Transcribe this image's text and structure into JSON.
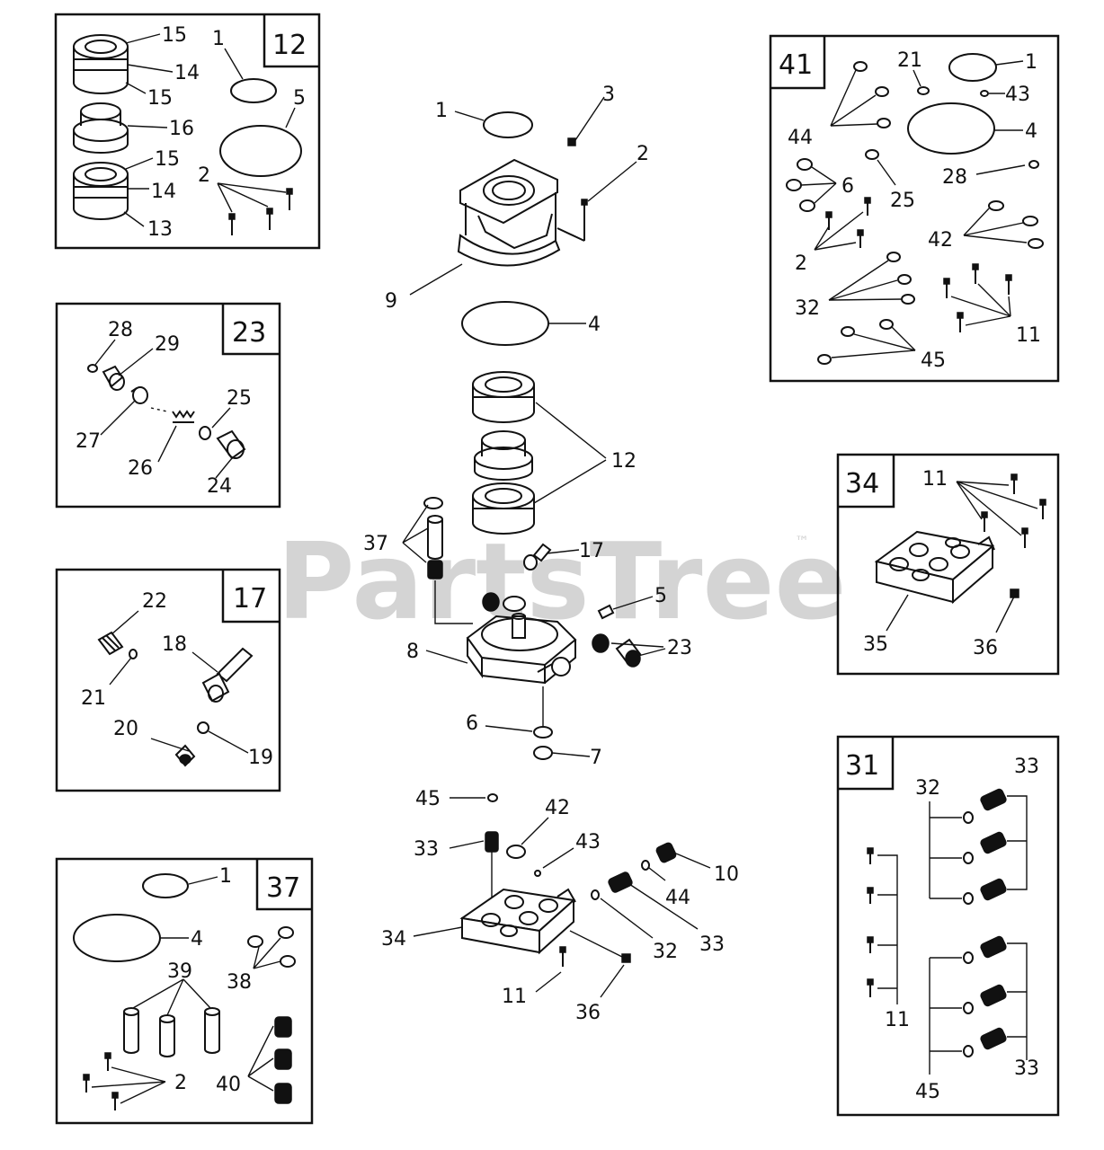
{
  "watermark": {
    "text": "PartsTree",
    "trademark": "™"
  },
  "boxes": {
    "b12": {
      "number": "12",
      "labels": {
        "l15a": "15",
        "l14a": "14",
        "l15b": "15",
        "l16": "16",
        "l15c": "15",
        "l14b": "14",
        "l13": "13",
        "l1": "1",
        "l5": "5",
        "l2": "2"
      }
    },
    "b23": {
      "number": "23",
      "labels": {
        "l28": "28",
        "l29": "29",
        "l25": "25",
        "l27": "27",
        "l26": "26",
        "l24": "24"
      }
    },
    "b17": {
      "number": "17",
      "labels": {
        "l22": "22",
        "l18": "18",
        "l21": "21",
        "l20": "20",
        "l19": "19"
      }
    },
    "b37": {
      "number": "37",
      "labels": {
        "l1": "1",
        "l4": "4",
        "l38": "38",
        "l39": "39",
        "l2": "2",
        "l40": "40"
      }
    },
    "b41": {
      "number": "41",
      "labels": {
        "l21": "21",
        "l1": "1",
        "l43": "43",
        "l44": "44",
        "l4": "4",
        "l6": "6",
        "l25": "25",
        "l28": "28",
        "l42": "42",
        "l2": "2",
        "l32": "32",
        "l11": "11",
        "l45": "45"
      }
    },
    "b34": {
      "number": "34",
      "labels": {
        "l11": "11",
        "l35": "35",
        "l36": "36"
      }
    },
    "b31": {
      "number": "31",
      "labels": {
        "l32": "32",
        "l33a": "33",
        "l11": "11",
        "l45": "45",
        "l33b": "33"
      }
    }
  },
  "center": {
    "labels": {
      "l1": "1",
      "l3": "3",
      "l2": "2",
      "l9": "9",
      "l4": "4",
      "l12": "12",
      "l37": "37",
      "l17": "17",
      "l5": "5",
      "l8": "8",
      "l23": "23",
      "l6": "6",
      "l7": "7",
      "l45": "45",
      "l42": "42",
      "l33a": "33",
      "l43": "43",
      "l10": "10",
      "l44": "44",
      "l34": "34",
      "l32": "32",
      "l33b": "33",
      "l11": "11",
      "l36": "36"
    }
  }
}
